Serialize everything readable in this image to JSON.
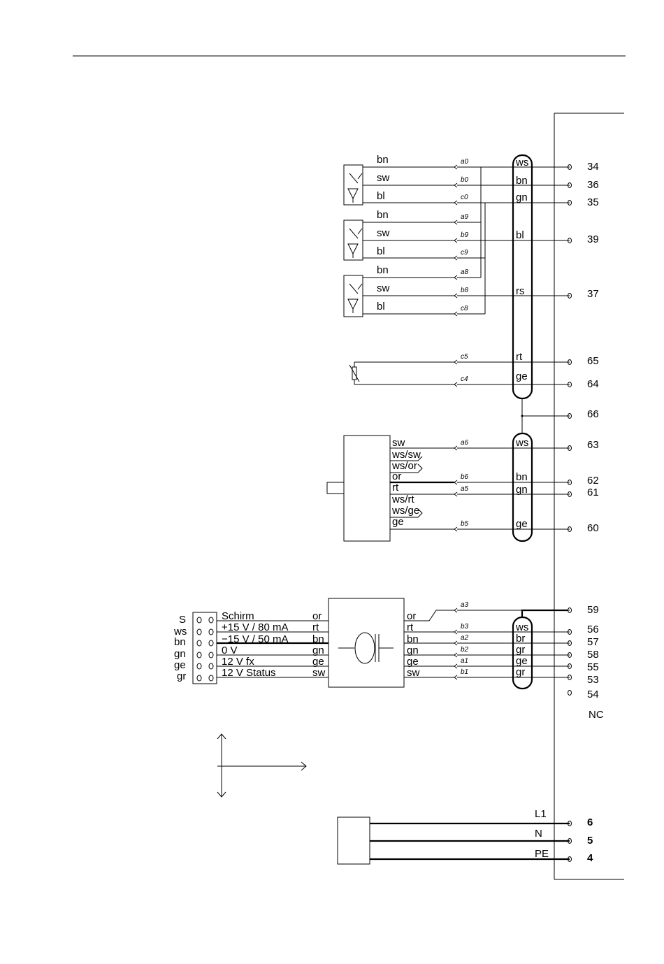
{
  "sensors": {
    "group1": {
      "labels": [
        "bn",
        "sw",
        "bl"
      ],
      "pins": [
        "a0",
        "b0",
        "c0"
      ]
    },
    "group2": {
      "labels": [
        "bn",
        "sw",
        "bl"
      ],
      "pins": [
        "a9",
        "b9",
        "c9"
      ]
    },
    "group3": {
      "labels": [
        "bn",
        "sw",
        "bl"
      ],
      "pins": [
        "a8",
        "b8",
        "c8"
      ]
    }
  },
  "cable1": {
    "colors": [
      "ws",
      "bn",
      "gn",
      "bl",
      "rs",
      "rt",
      "ge"
    ]
  },
  "thermistor": {
    "pins": [
      "c5",
      "c4"
    ]
  },
  "motor": {
    "wires": [
      "sw",
      "ws/sw",
      "ws/or",
      "or",
      "rt",
      "ws/rt",
      "ws/ge",
      "ge"
    ],
    "pins": [
      "a6",
      "b6",
      "a5",
      "b5"
    ]
  },
  "cable2": {
    "colors": [
      "ws",
      "bn",
      "gn",
      "ge"
    ]
  },
  "encoder": {
    "connector_labels": [
      "S",
      "ws",
      "bn",
      "gn",
      "ge",
      "gr"
    ],
    "signals": [
      "Schirm",
      "+15 V / 80 mA",
      "−15 V / 50 mA",
      "0 V",
      "12 V fx",
      "12 V Status"
    ],
    "left_colors": [
      "or",
      "rt",
      "bn",
      "gn",
      "ge",
      "sw"
    ],
    "right_colors": [
      "or",
      "rt",
      "bn",
      "gn",
      "ge",
      "sw"
    ],
    "pins": [
      "a3",
      "b3",
      "a2",
      "b2",
      "a1",
      "b1"
    ]
  },
  "cable3": {
    "colors": [
      "ws",
      "br",
      "gr",
      "ge",
      "gr"
    ]
  },
  "power": {
    "labels": [
      "L1",
      "N",
      "PE"
    ]
  },
  "terminals": {
    "t34": "34",
    "t36": "36",
    "t35": "35",
    "t39": "39",
    "t37": "37",
    "t65": "65",
    "t64": "64",
    "t66": "66",
    "t63": "63",
    "t62": "62",
    "t61": "61",
    "t60": "60",
    "t59": "59",
    "t56": "56",
    "t57": "57",
    "t58": "58",
    "t55": "55",
    "t53": "53",
    "t54": "54",
    "t6": "6",
    "t5": "5",
    "t4": "4",
    "nc": "NC"
  }
}
